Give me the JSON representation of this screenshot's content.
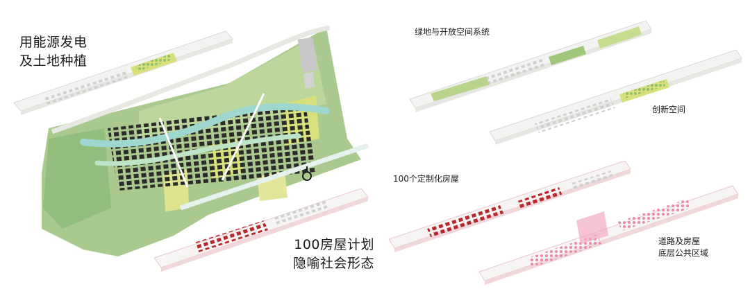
{
  "labels": {
    "energy_line1": "用能源发电",
    "energy_line2": "及土地种植",
    "green_space": "绿地与开放空间系统",
    "innovation": "创新空间",
    "custom_houses": "100个定制化房屋",
    "plan_line1": "100房屋计划",
    "plan_line2": "隐喻社会形态",
    "roads_line1": "道路及房屋",
    "roads_line2": "底层公共区域"
  },
  "colors": {
    "background": "#ffffff",
    "field_green": "#a9c98e",
    "light_green": "#cfe3b4",
    "yellow_green": "#d7e07a",
    "river_teal": "#9ed7cf",
    "building_dark": "#2b2b2b",
    "house_red": "#b8282c",
    "pink_public": "#f2a9c4",
    "strip_edge": "#e8c9cc",
    "strip_base": "#f3f3f1"
  },
  "icons": {
    "compass": "north-arrow-icon"
  }
}
